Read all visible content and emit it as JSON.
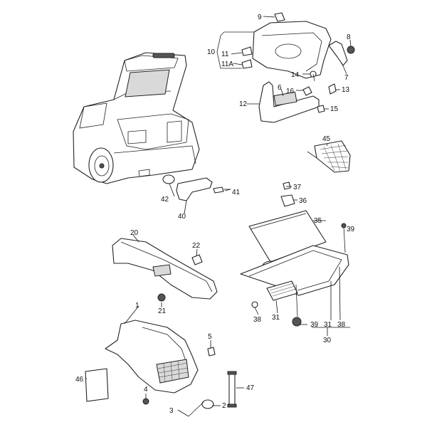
{
  "callouts": {
    "c1": "1",
    "c2": "2",
    "c3": "3",
    "c4": "4",
    "c5": "5",
    "c6": "6",
    "c7": "7",
    "c8": "8",
    "c9": "9",
    "c10": "10",
    "c11": "11",
    "c11a": "11A",
    "c12": "12",
    "c13": "13",
    "c14": "14",
    "c15": "15",
    "c16": "16",
    "c20": "20",
    "c21": "21",
    "c22": "22",
    "c30": "30",
    "c31a": "31",
    "c31b": "31",
    "c35": "35",
    "c36": "36",
    "c37": "37",
    "c38a": "38",
    "c38b": "38",
    "c39a": "39",
    "c39b": "39",
    "c40": "40",
    "c41": "41",
    "c42": "42",
    "c45": "45",
    "c46": "46",
    "c47": "47"
  }
}
